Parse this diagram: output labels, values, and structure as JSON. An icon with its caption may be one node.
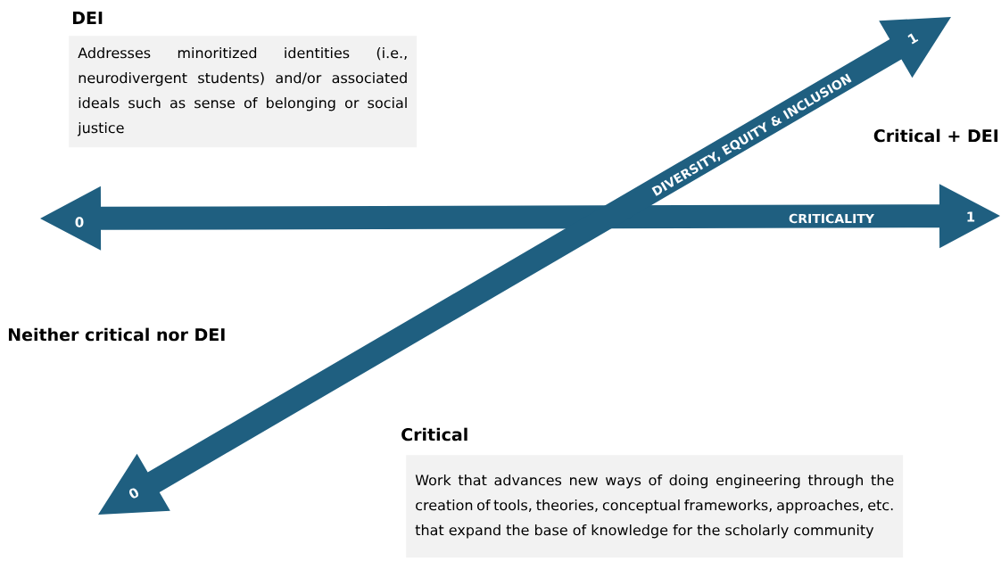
{
  "diagram": {
    "nodes": [
      {
        "text": [
          "DEI",
          "Addresses minoritized identities (i.e., neurodivergent students) and/or associated ideals such as sense of belonging or social justice"
        ]
      },
      {
        "text": [
          "Critical",
          "Work that advances new ways of doing engineering through the creation of tools, theories, conceptual frameworks, approaches, etc. that expand the base of knowledge for the scholarly community"
        ]
      }
    ],
    "labels": [
      "1",
      "Critical + DEI",
      "DIVERSITY, EQUITY & INCLUSION",
      "0",
      "CRITICALITY",
      "1",
      "Neither critical nor DEI",
      "0"
    ]
  }
}
